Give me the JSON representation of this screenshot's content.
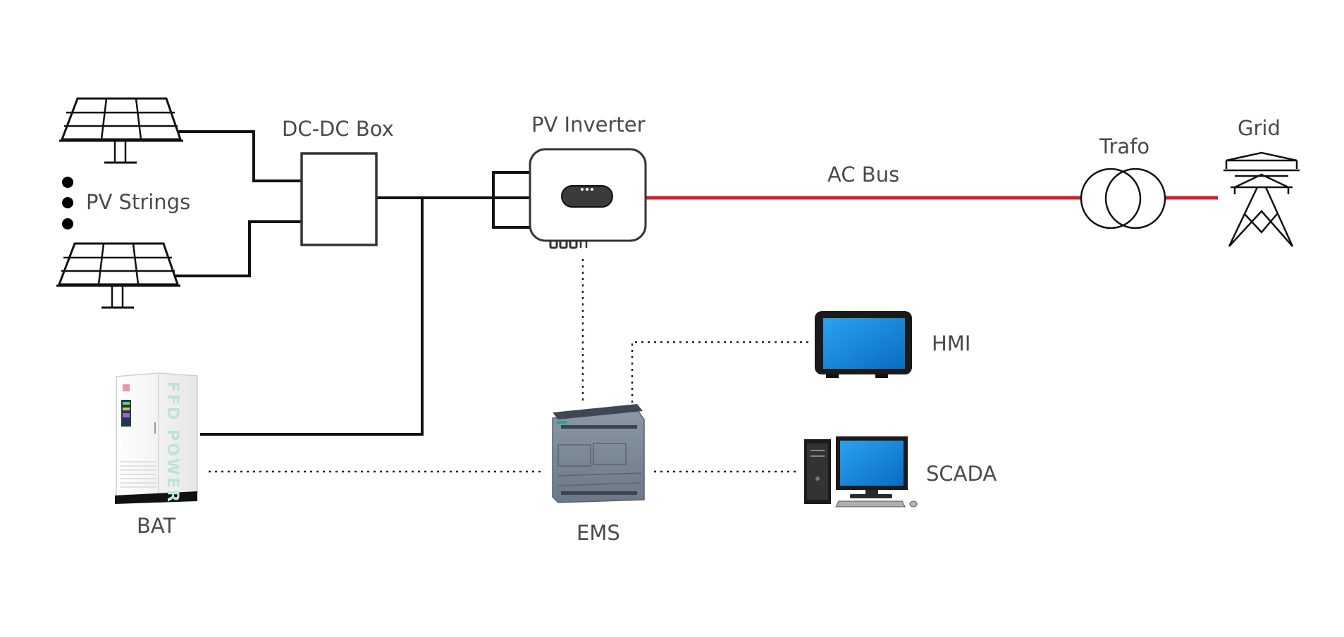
{
  "diagram": {
    "labels": {
      "dcdc_box": "DC-DC Box",
      "pv_inverter": "PV Inverter",
      "ac_bus": "AC Bus",
      "trafo": "Trafo",
      "grid": "Grid",
      "pv_strings": "PV Strings",
      "hmi": "HMI",
      "scada": "SCADA",
      "bat": "BAT",
      "ems": "EMS"
    },
    "battery_brand_text": "FFD POWER",
    "colors": {
      "ac_bus": "#d0202a",
      "dc_wire": "#111111",
      "label": "#4a4a4a",
      "screen": "#1a8ad8"
    },
    "icons": [
      "solar-panel-icon",
      "dc-dc-box-icon",
      "inverter-icon",
      "transformer-icon",
      "transmission-tower-icon",
      "battery-cabinet-icon",
      "plc-controller-icon",
      "tablet-hmi-icon",
      "desktop-computer-icon"
    ]
  }
}
